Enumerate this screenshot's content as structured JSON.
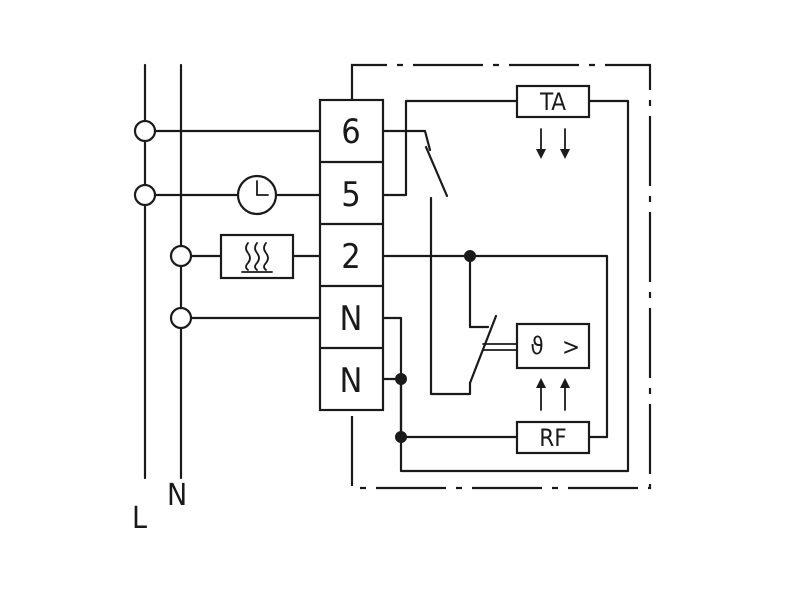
{
  "terminals": [
    "6",
    "5",
    "2",
    "N",
    "N"
  ],
  "modules": {
    "ta": "TA",
    "rf": "RF",
    "sensor_symbol": "ϑ",
    "sensor_compare": ">"
  },
  "bus": {
    "line": "L",
    "neutral": "N"
  },
  "icons": {
    "timer": "clock-icon",
    "heater": "heating-element-icon",
    "arrows": "arrow-icon"
  }
}
